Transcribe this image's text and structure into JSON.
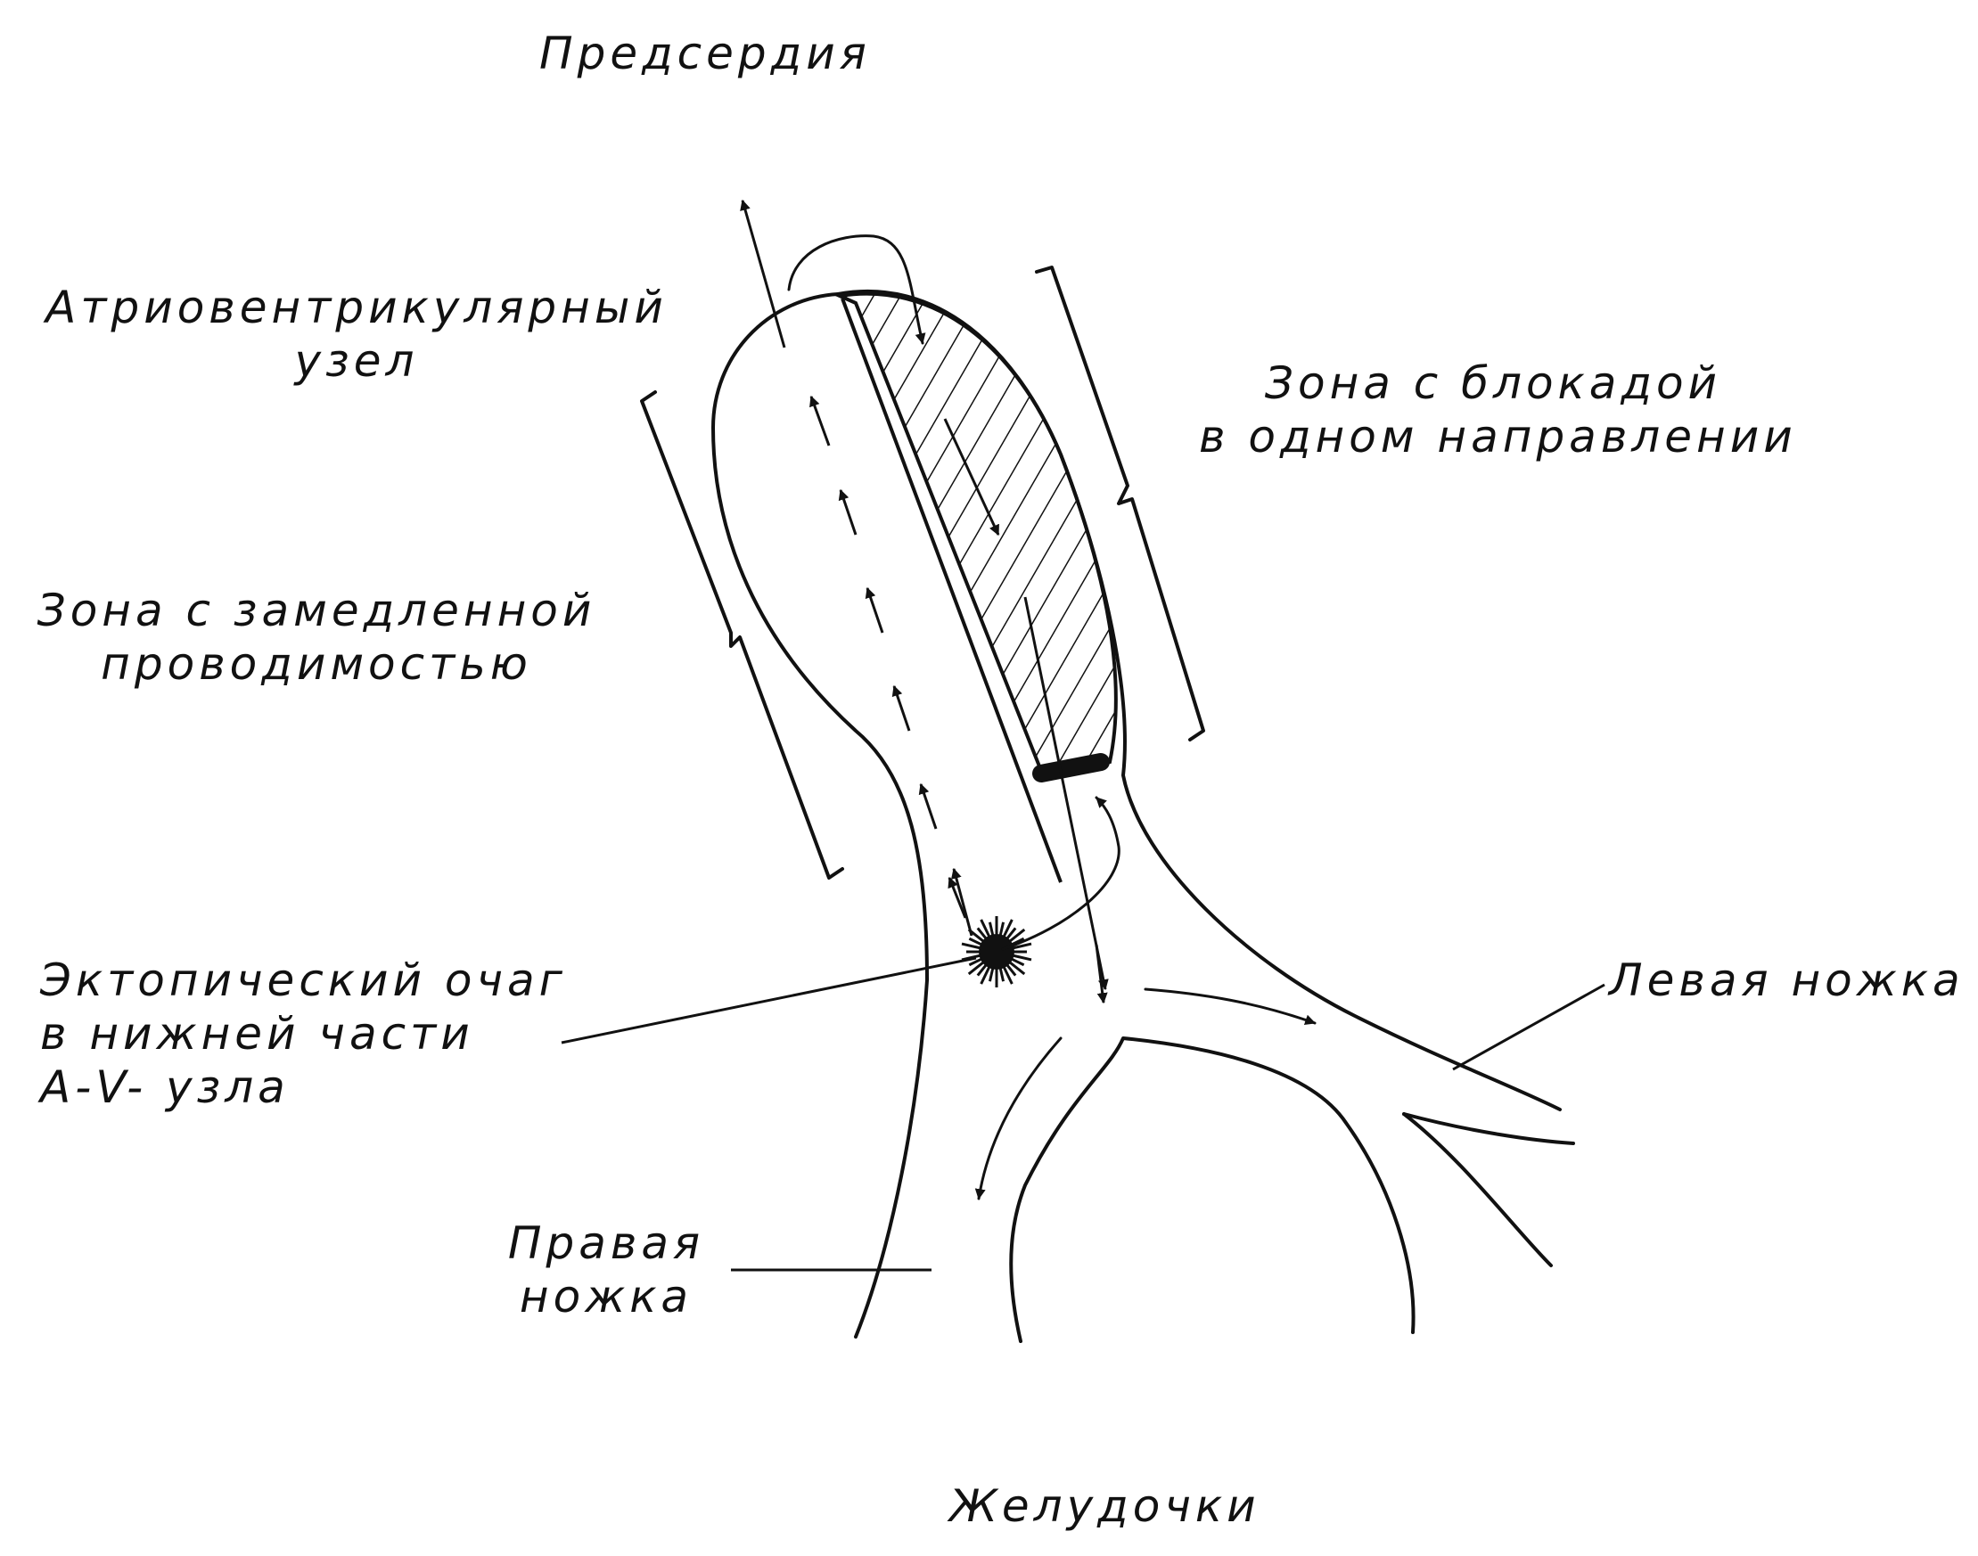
{
  "labels": {
    "atria": "Предсердия",
    "av_node": [
      "Атриовентрикулярный",
      "узел"
    ],
    "block_zone": [
      "Зона с блокадой",
      "в одном направлении"
    ],
    "slow_zone": [
      "Зона с замедленной",
      "проводимостью"
    ],
    "ectopic_focus": [
      "Эктопический очаг",
      "в нижней части",
      "А-V- узла"
    ],
    "left_branch": "Левая ножка",
    "right_branch": [
      "Правая",
      "ножка"
    ],
    "ventricles": "Желудочки"
  },
  "colors": {
    "ink": "#111111",
    "background": "#ffffff"
  }
}
